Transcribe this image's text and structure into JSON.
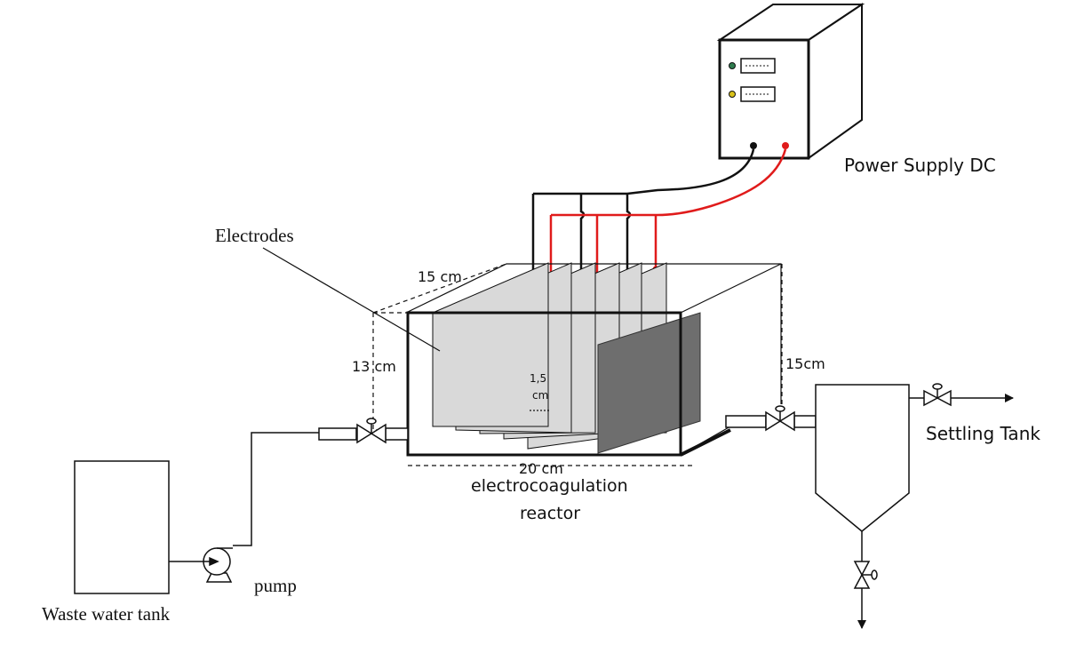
{
  "labels": {
    "power_supply": "Power Supply DC",
    "electrodes": "Electrodes",
    "dim_width": "15 cm",
    "dim_height_left": "13 cm",
    "dim_height_right": "15cm",
    "dim_gap_line1": "1,5",
    "dim_gap_line2": "cm",
    "dim_length": "20 cm",
    "reactor_line1": "electrocoagulation",
    "reactor_line2": "reactor",
    "settling_tank": "Settling Tank",
    "pump": "pump",
    "waste_tank": "Waste water tank"
  },
  "colors": {
    "line": "#111111",
    "positive_wire": "#e01b1b",
    "negative_wire": "#111111",
    "plate_light": "#d9d9d9",
    "plate_dark": "#6e6e6e",
    "indicator_green": "#2f7d4f",
    "indicator_yellow": "#d9c21a"
  }
}
